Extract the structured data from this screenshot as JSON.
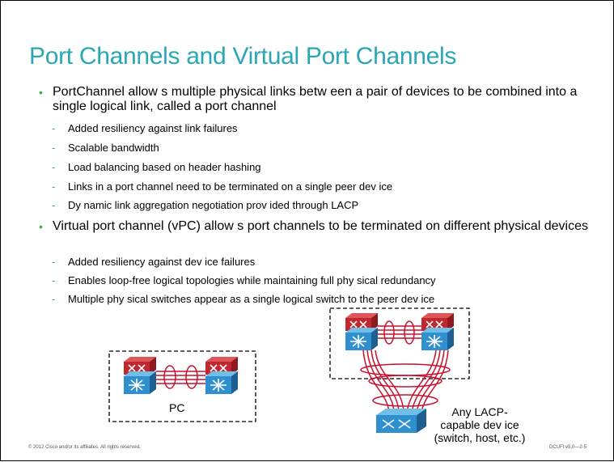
{
  "title": "Port Channels and Virtual Port Channels",
  "bullets": [
    {
      "text": "PortChannel allow s multiple physical links betw een a pair of devices to be combined into a single logical link, called a port channel",
      "subs": [
        "Added resiliency against link failures",
        "Scalable bandwidth",
        "Load balancing based on header hashing",
        "Links in a port channel need to be terminated on a single peer dev ice",
        "Dy namic link aggregation negotiation prov ided through LACP"
      ]
    },
    {
      "text": "Virtual port channel (vPC) allow s port channels to be terminated on different physical devices",
      "subs": [
        "Added resiliency against dev ice failures",
        "Enables loop-free logical topologies while maintaining full phy sical redundancy",
        "Multiple phy sical switches appear as a single logical switch to the peer dev ice"
      ]
    }
  ],
  "diagram": {
    "pc_label": "PC",
    "host_label": "Any LACP-\ncapable dev ice\n(switch, host, etc.)"
  },
  "footer": {
    "copyright": "© 2012 Cisco and/or its affiliates. All rights reserved.",
    "course": "DCUFI v5.0—2-5"
  },
  "colors": {
    "title": "#2aa7b5",
    "bullet_marker": "#3aae49",
    "switch_red": "#c0282e",
    "switch_blue": "#2f8fcf",
    "link": "#c8102e"
  }
}
